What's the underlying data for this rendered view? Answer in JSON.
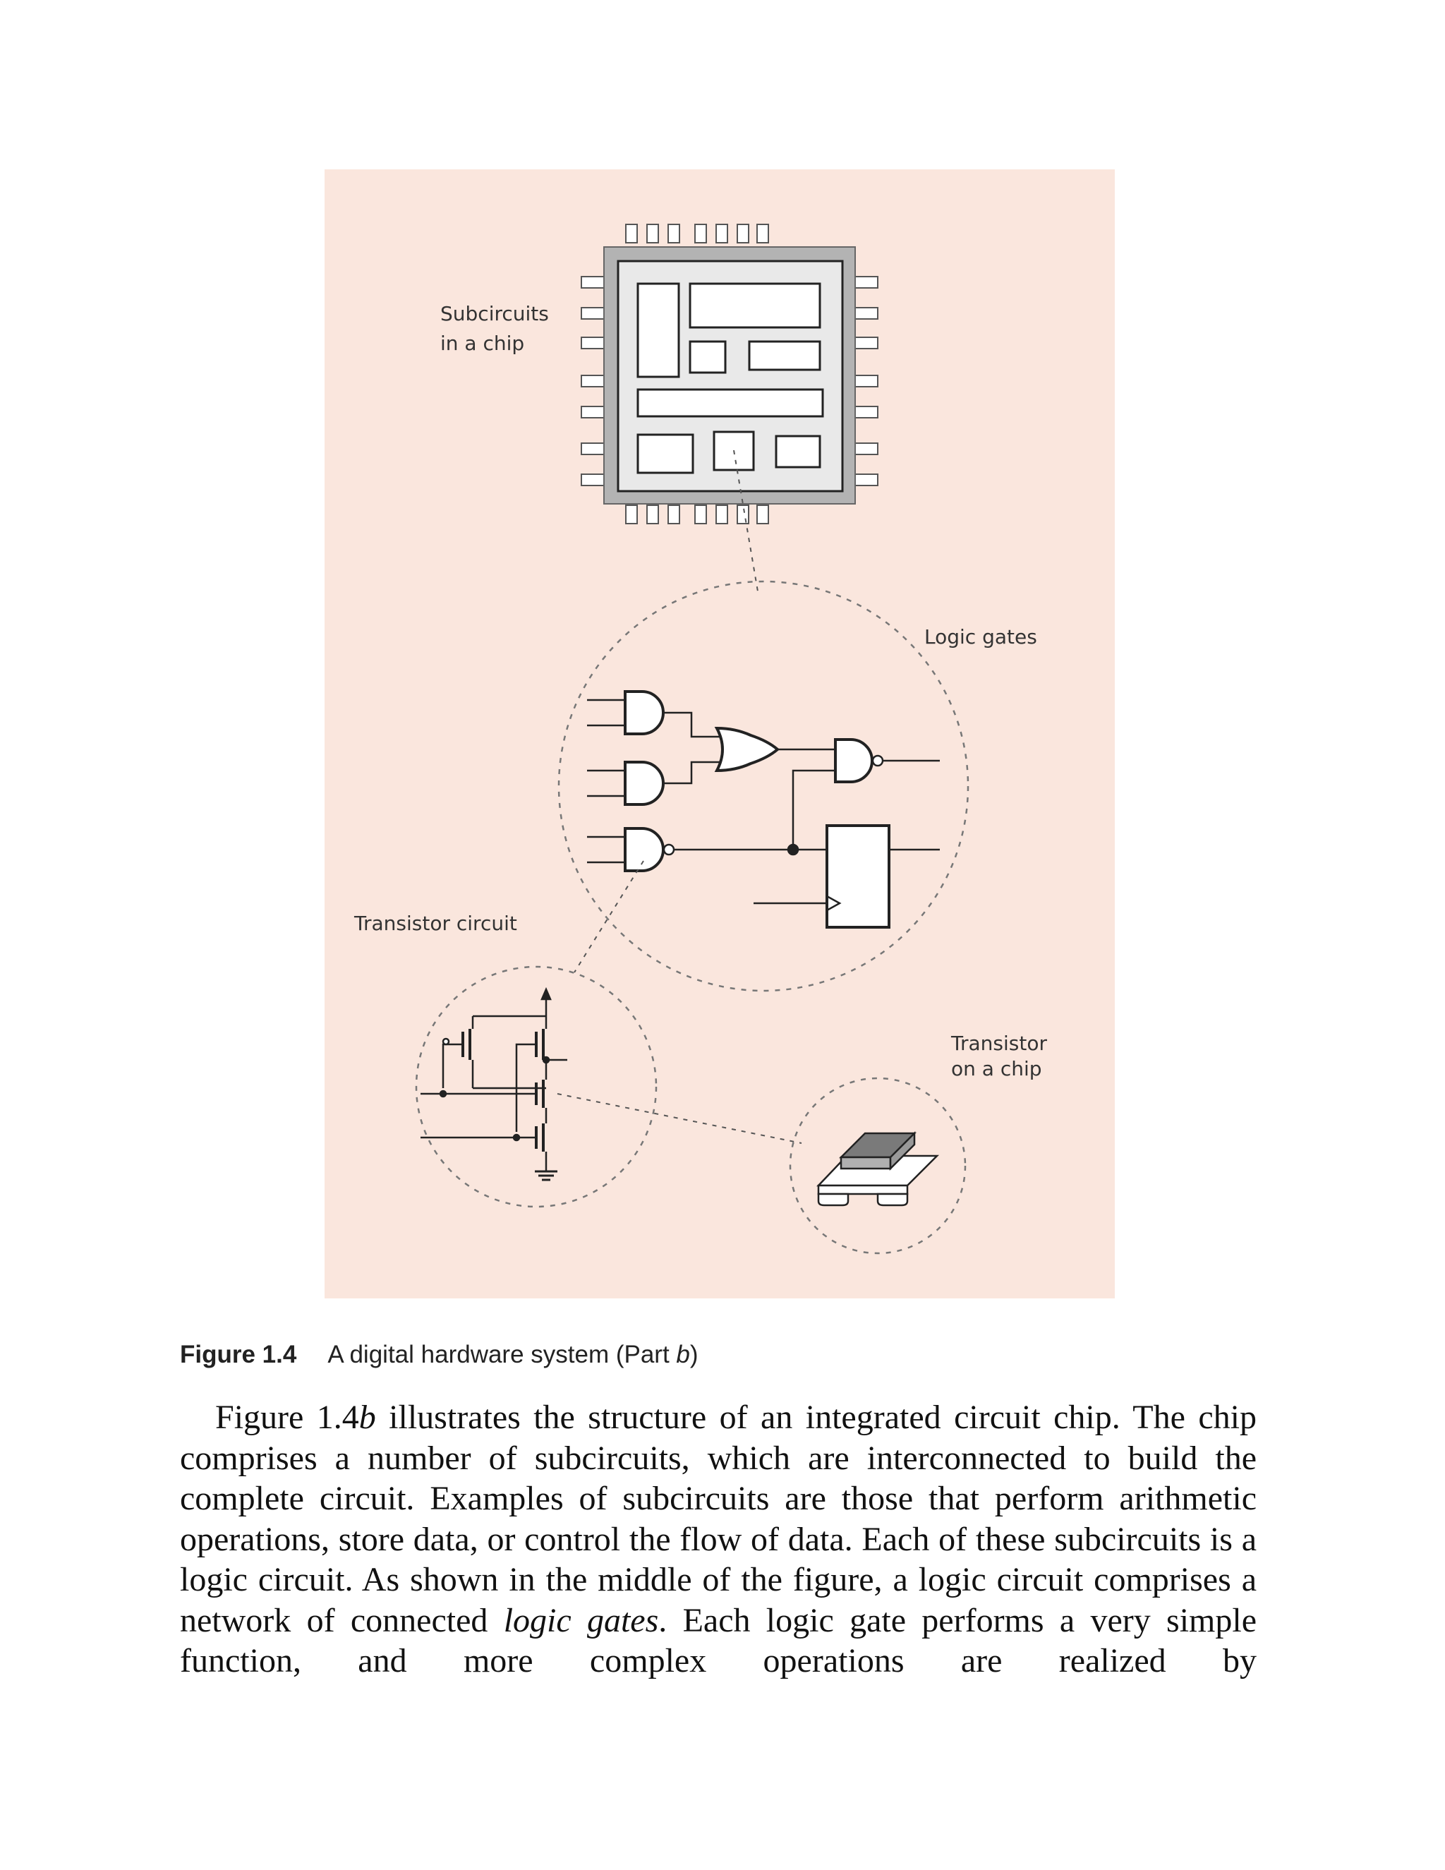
{
  "figure": {
    "labels": {
      "subcircuits_line1": "Subcircuits",
      "subcircuits_line2": "in a chip",
      "logic_gates": "Logic gates",
      "transistor_circuit": "Transistor circuit",
      "transistor_on_chip_line1": "Transistor",
      "transistor_on_chip_line2": "on a chip"
    },
    "colors": {
      "background": "#fae6dd",
      "chip_body": "#b3b3b3",
      "chip_inner": "#e9e9e9",
      "line": "#222222",
      "dashed": "#777777",
      "transistor_top": "#7a7a7a"
    }
  },
  "caption": {
    "number": "Figure 1.4",
    "text_before": "A digital hardware system (Part ",
    "text_italic": "b",
    "text_after": ")"
  },
  "body": {
    "s1": "Figure 1.4",
    "s1_italic": "b",
    "s2": " illustrates the structure of an integrated circuit chip. The chip comprises a number of subcircuits, which are interconnected to build the complete circuit. Examples of subcircuits are those that perform arithmetic operations, store data, or control the flow of data. Each of these subcircuits is a logic circuit. As shown in the middle of the figure, a logic circuit comprises a network of connected ",
    "s3_italic": "logic gates",
    "s4": ". Each logic gate performs a very simple function, and more complex operations are realized by"
  }
}
